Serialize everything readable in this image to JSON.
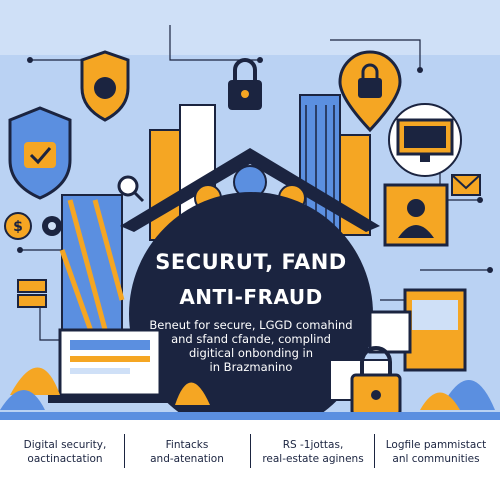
{
  "hero": {
    "title": "SECURUT, FAND",
    "subtitle": "ANTI-FRAUD",
    "body": [
      "Beneut for secure, LGGD comahind",
      "and sfand cfande, complind",
      "digitical onbonding in",
      "in Brazmanino"
    ]
  },
  "footer": {
    "columns": [
      {
        "line1": "Digital security,",
        "line2": "oactinactation"
      },
      {
        "line1": "Fintacks",
        "line2": "and-atenation"
      },
      {
        "line1": "RS -1jottas,",
        "line2": "real-estate aginens"
      },
      {
        "line1": "Logfile pammistact",
        "line2": "anl communities"
      }
    ]
  },
  "colors": {
    "navy": "#1b2440",
    "blue": "#5b8fe0",
    "light_blue": "#cfe0f7",
    "orange": "#f5a623",
    "white": "#ffffff"
  }
}
